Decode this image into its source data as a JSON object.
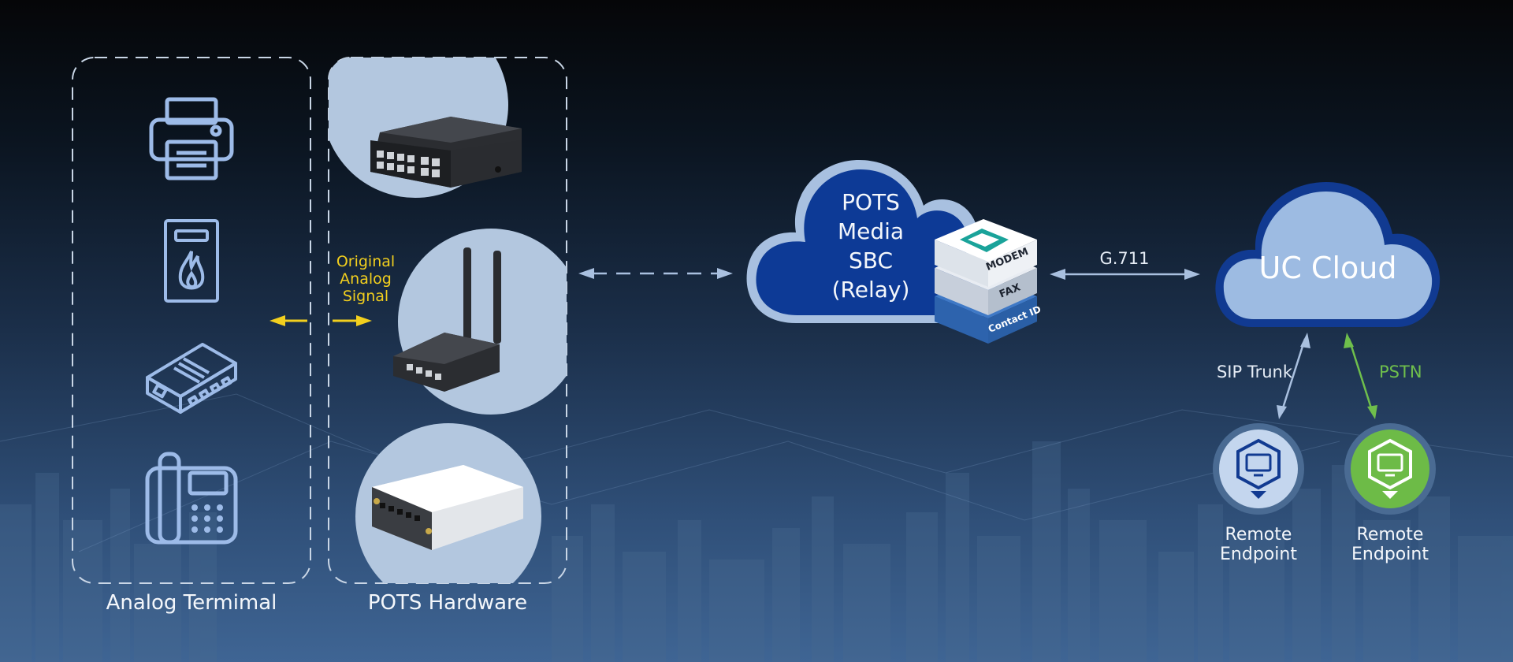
{
  "groups": {
    "analog_terminal": "Analog Termimal",
    "pots_hardware": "POTS Hardware"
  },
  "signal_label": [
    "Original",
    "Analog",
    "Signal"
  ],
  "pots_cloud": {
    "lines": [
      "POTS",
      "Media",
      "SBC",
      "(Relay)"
    ],
    "stack": [
      "MODEM",
      "FAX",
      "Contact ID"
    ]
  },
  "link_label": "G.711",
  "uc_cloud": "UC Cloud",
  "sip_trunk": "SIP Trunk",
  "pstn": "PSTN",
  "endpoints": [
    {
      "lines": [
        "Remote",
        "Endpoint"
      ]
    },
    {
      "lines": [
        "Remote",
        "Endpoint"
      ]
    }
  ],
  "colors": {
    "signal_yellow": "#f2cf1e",
    "pots_cloud_blue": "#0d3a96",
    "uc_cloud_light": "#9dbbe2",
    "pstn_green": "#6fbf4c",
    "icon_stroke": "#9dbbe8",
    "circle_fill": "#b3c7df"
  },
  "icons": [
    "printer-icon",
    "fire-alarm-icon",
    "network-box-icon",
    "desk-phone-icon",
    "remote-endpoint-icon"
  ]
}
